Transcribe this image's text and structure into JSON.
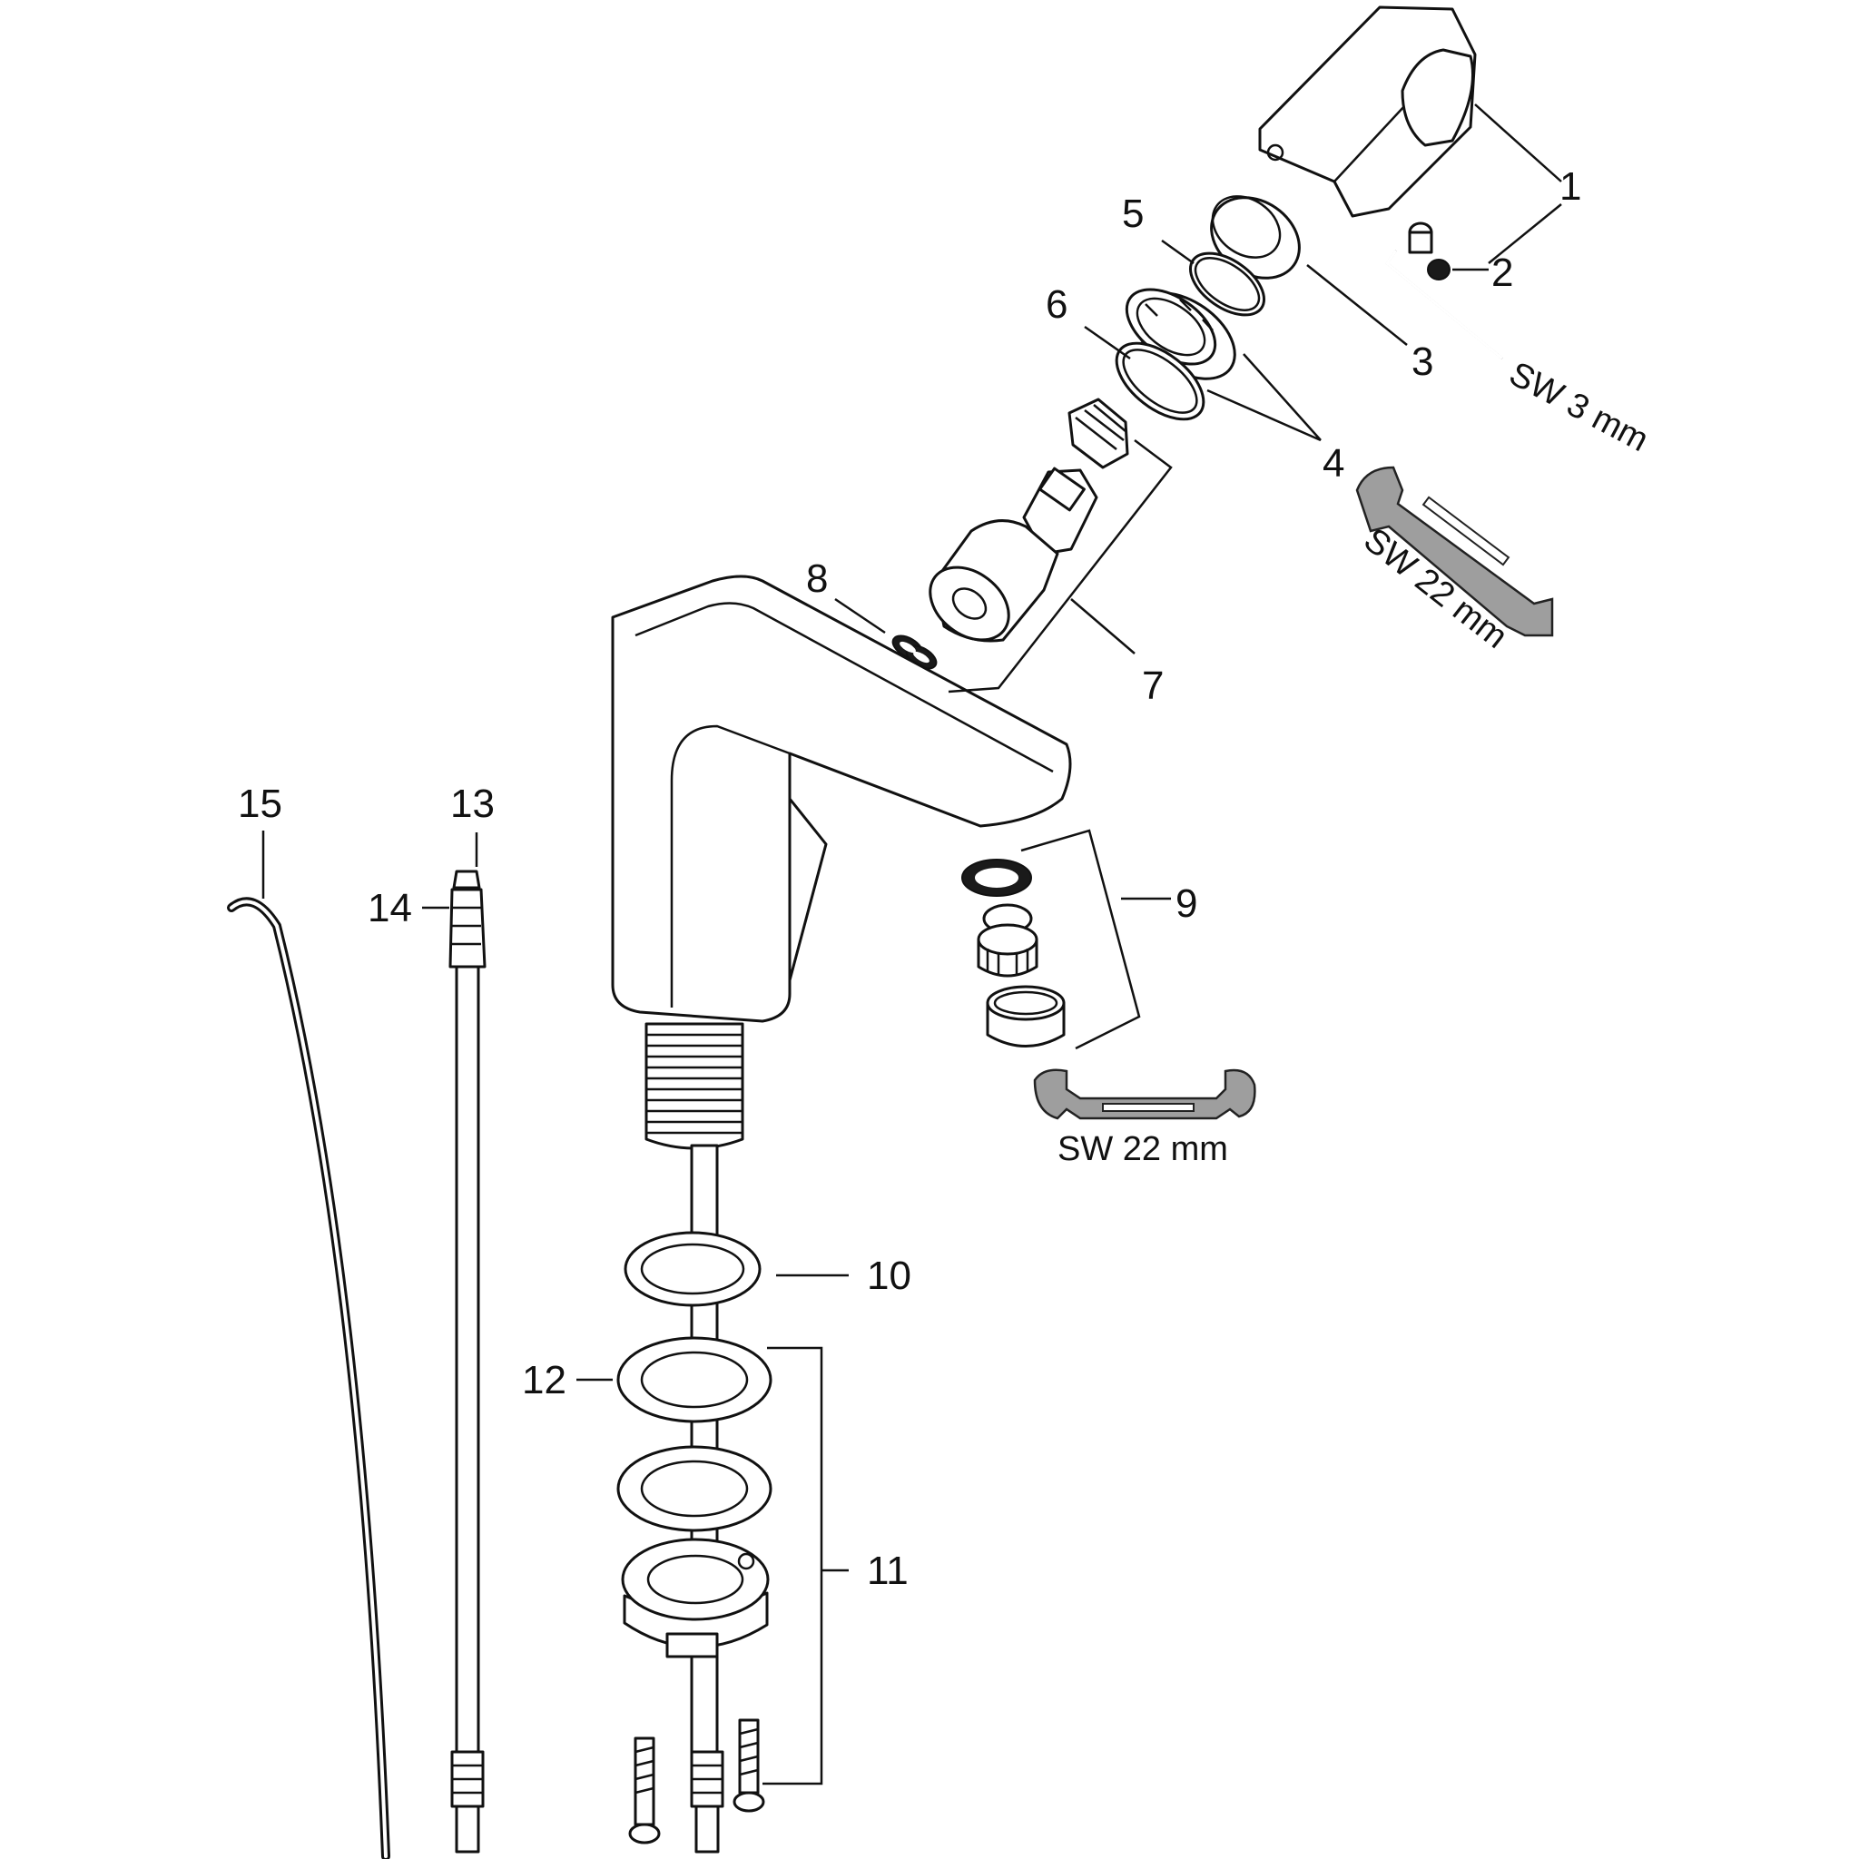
{
  "callouts": {
    "c1": "1",
    "c2": "2",
    "c3": "3",
    "c4": "4",
    "c5": "5",
    "c6": "6",
    "c7": "7",
    "c8": "8",
    "c9": "9",
    "c10": "10",
    "c11": "11",
    "c12": "12",
    "c13": "13",
    "c14": "14",
    "c15": "15"
  },
  "tools": {
    "hex_key": "SW 3 mm",
    "wrench_upper": "SW 22 mm",
    "wrench_lower": "SW 22 mm"
  },
  "colors": {
    "line": "#111111",
    "tool_fill": "#9e9e9e",
    "background": "#ffffff"
  }
}
